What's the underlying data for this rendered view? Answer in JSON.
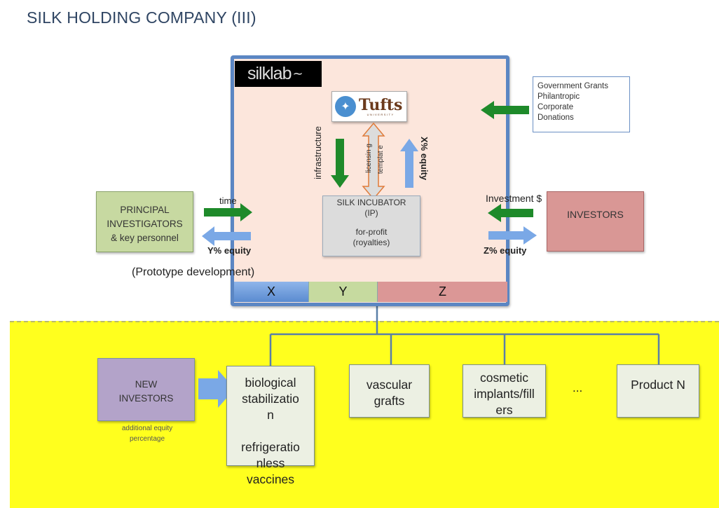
{
  "title": "SILK HOLDING COMPANY (III)",
  "colors": {
    "title": "#2f4563",
    "frame_border": "#5b86c3",
    "frame_fill": "#fce6dc",
    "green_arrow": "#1e8a2a",
    "blue_arrow": "#7aa8e6",
    "yellow_region": "#ffff1e",
    "pi_box": "#c7d9a1",
    "investors_box": "#d99795",
    "new_investors_box": "#b3a3c9",
    "incubator_box": "#dcdcdc",
    "product_box": "#ecf0e3"
  },
  "holding": {
    "logo_text": "silklab",
    "tufts": {
      "name": "Tufts",
      "subtitle": "UNIVERSITY",
      "seal_icon": "university-seal-icon"
    },
    "incubator": {
      "line1": "SILK INCUBATOR",
      "line2": "(IP)",
      "line3": "for-profit",
      "line4": "(royalties)"
    },
    "infrastructure_label": "infrastructure",
    "licensing_label": "licensin g",
    "template_label": "templat e",
    "x_equity_label": "X% equity",
    "equity_bar": [
      "X",
      "Y",
      "Z"
    ]
  },
  "funding_sources": [
    "Government Grants",
    "Philantropic",
    "Corporate",
    "Donations"
  ],
  "principal": {
    "lines": [
      "PRINCIPAL",
      "INVESTIGATORS",
      "& key personnel"
    ],
    "time_label": "time",
    "equity_label": "Y% equity",
    "note": "(Prototype development)"
  },
  "investors": {
    "label": "INVESTORS",
    "investment_label": "Investment $",
    "equity_label": "Z% equity"
  },
  "new_investors": {
    "lines": [
      "NEW",
      "INVESTORS"
    ],
    "note_lines": [
      "additional equity",
      "percentage"
    ]
  },
  "products": [
    {
      "lines": [
        "biological",
        "stabilizatio",
        "n",
        "",
        "refrigeratio",
        "nless",
        "vaccines"
      ]
    },
    {
      "lines": [
        "vascular",
        "grafts"
      ]
    },
    {
      "lines": [
        "cosmetic",
        "implants/fill",
        "ers"
      ]
    },
    {
      "lines": [
        "Product N"
      ]
    }
  ],
  "ellipsis": "..."
}
